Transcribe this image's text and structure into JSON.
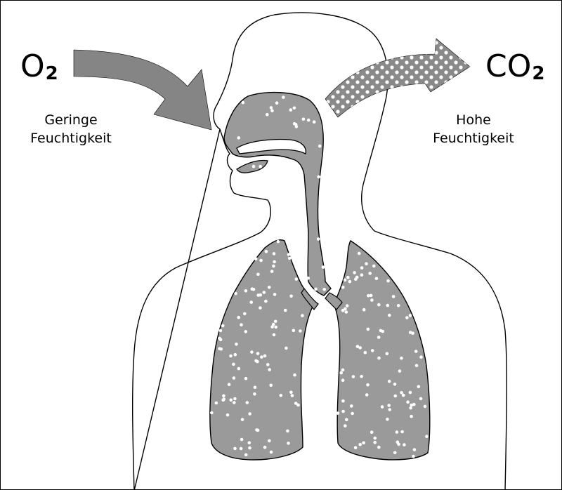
{
  "left": {
    "formula": {
      "main": "O",
      "sub": "2"
    },
    "humidity": {
      "line1": "Geringe",
      "line2": "Feuchtigkeit"
    }
  },
  "right": {
    "formula": {
      "main": "CO",
      "sub": "2"
    },
    "humidity": {
      "line1": "Hohe",
      "line2": "Feuchtigkeit"
    }
  },
  "colors": {
    "outline": "#000000",
    "airway_fill": "#9a9a9a",
    "inhale_arrow": "#858585",
    "exhale_arrow": "#8a8a8a",
    "dots": "#ffffff",
    "background": "#ffffff"
  }
}
